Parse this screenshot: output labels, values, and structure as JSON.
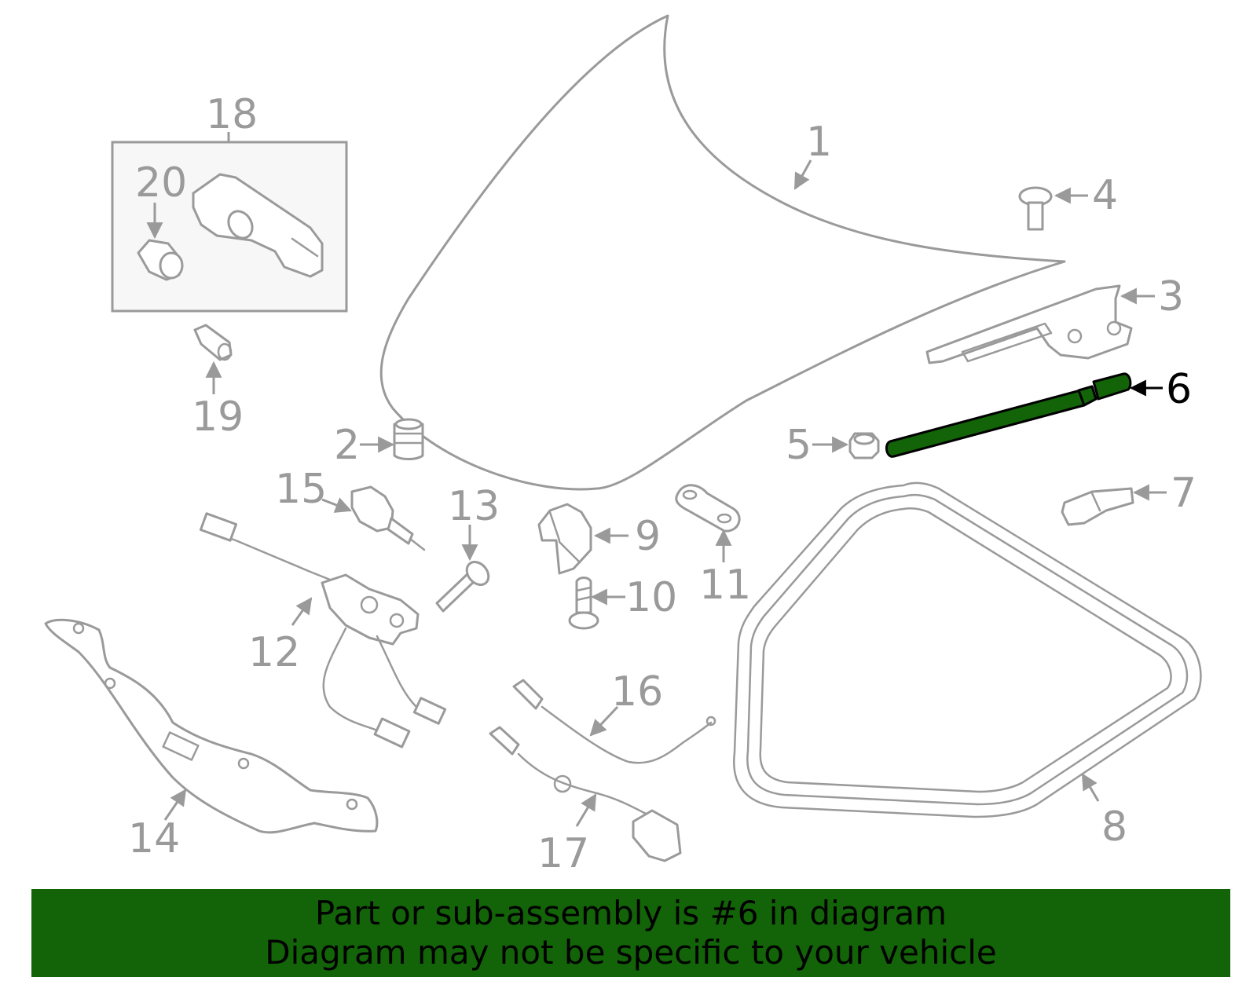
{
  "diagram": {
    "highlight_color": "#136308",
    "part_color": "#9a9a9a",
    "callouts": {
      "c1": "1",
      "c2": "2",
      "c3": "3",
      "c4": "4",
      "c5": "5",
      "c6": "6",
      "c7": "7",
      "c8": "8",
      "c9": "9",
      "c10": "10",
      "c11": "11",
      "c12": "12",
      "c13": "13",
      "c14": "14",
      "c15": "15",
      "c16": "16",
      "c17": "17",
      "c18": "18",
      "c19": "19",
      "c20": "20"
    }
  },
  "banner": {
    "line1": "Part or sub-assembly is #6 in diagram",
    "line2": "Diagram may not be specific to your vehicle",
    "background": "#136308"
  }
}
